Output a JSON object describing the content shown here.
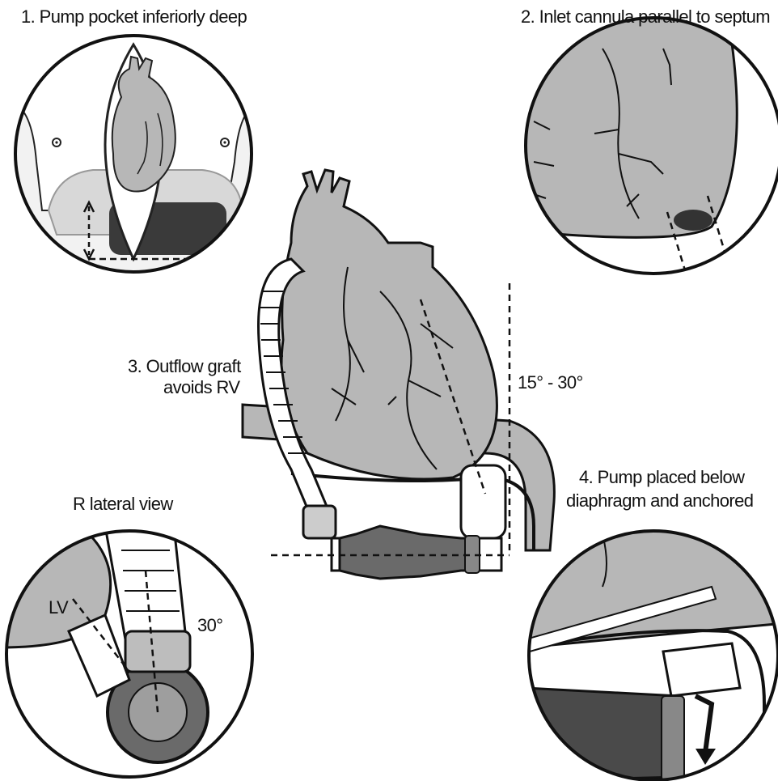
{
  "labels": {
    "pump_pocket": "1. Pump pocket inferiorly deep",
    "inlet_cannula": "2. Inlet cannula parallel to septum",
    "outflow_graft_line1": "3. Outflow graft",
    "outflow_graft_line2": "avoids RV",
    "pump_placed_line1": "4. Pump placed below",
    "pump_placed_line2": "diaphragm and anchored",
    "lateral_view": "R lateral view",
    "angle_range": "15° - 30°",
    "lv": "LV",
    "angle_30": "30°"
  },
  "colors": {
    "heart_fill": "#b7b7b7",
    "pump_dark": "#6a6a6a",
    "pump_darker": "#4a4a4a",
    "outline": "#111111",
    "light_gray": "#d9d9d9"
  }
}
